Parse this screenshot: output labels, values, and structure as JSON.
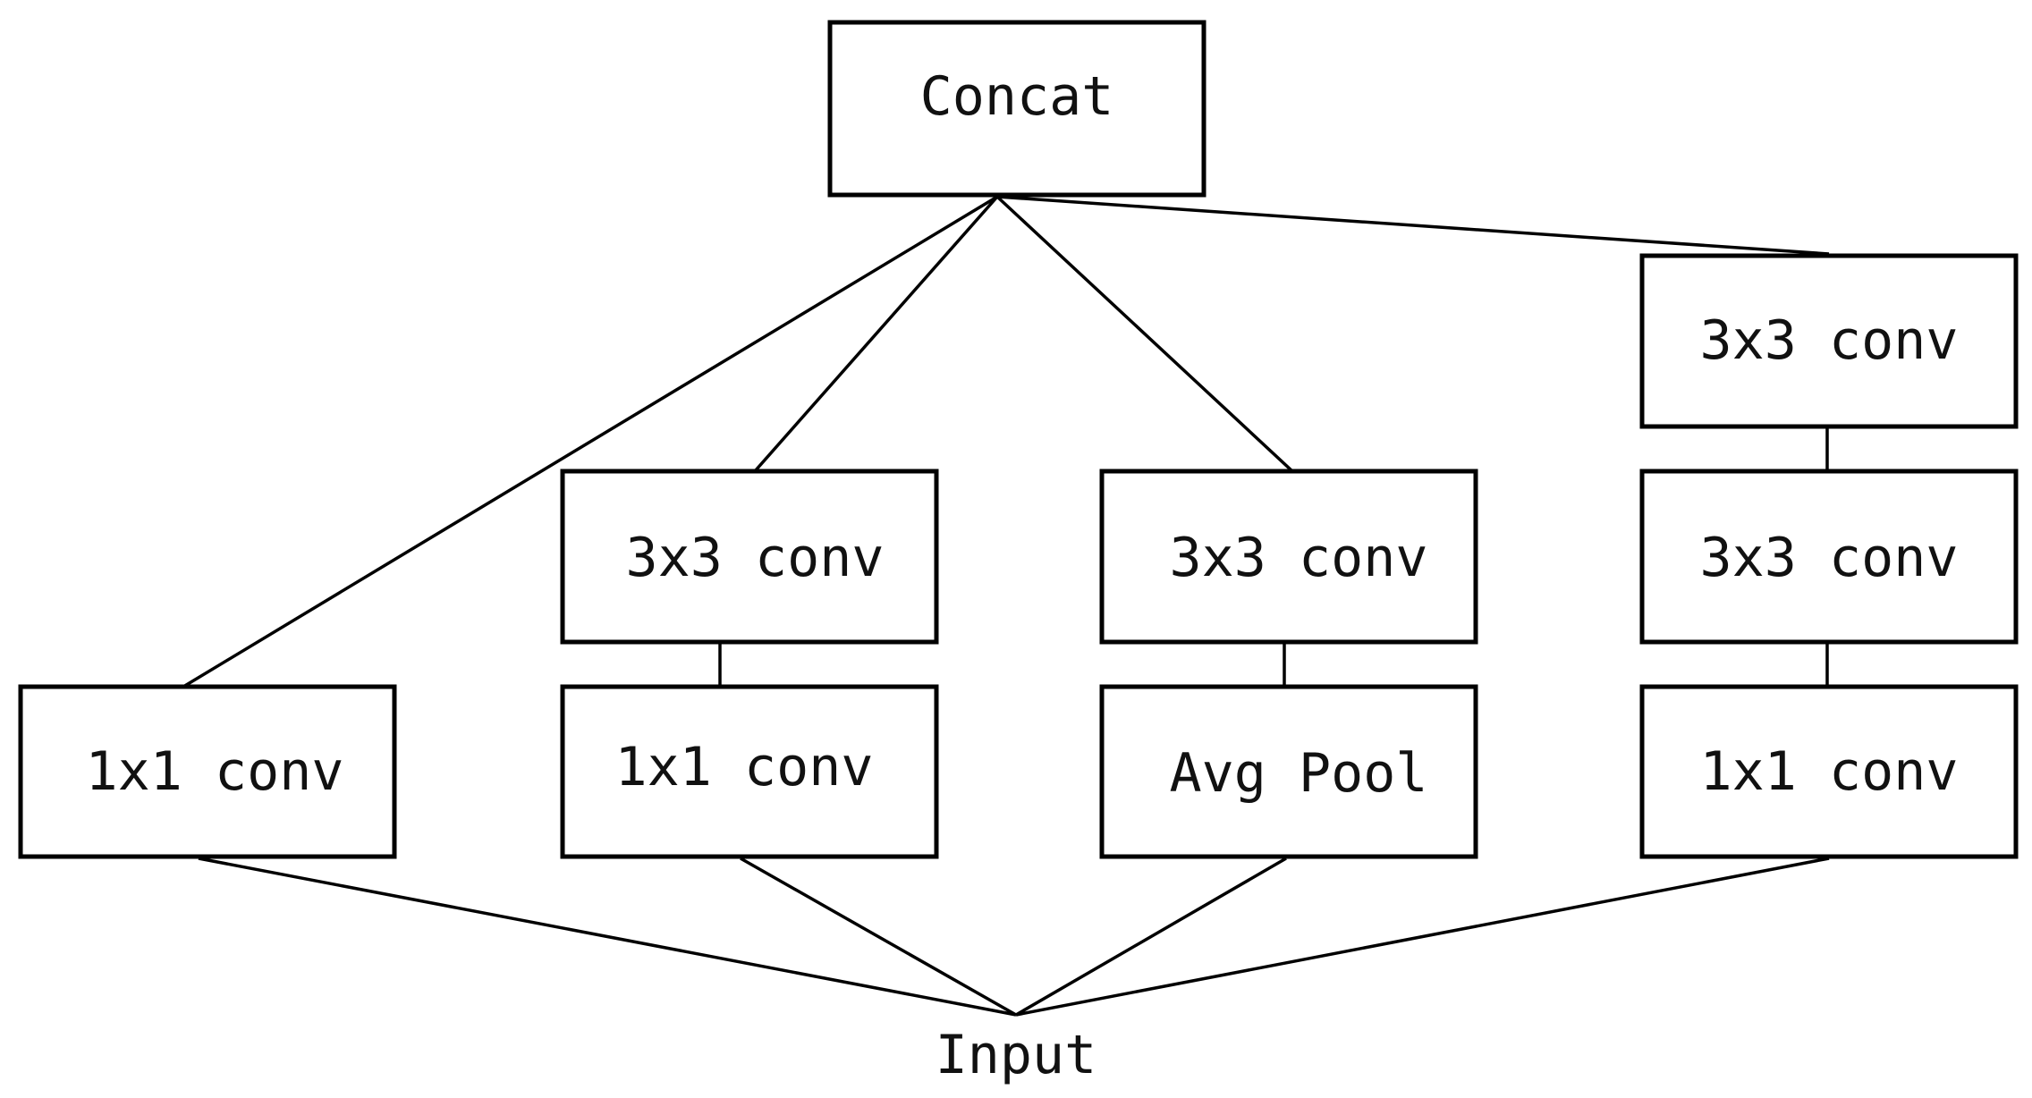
{
  "diagram": {
    "nodes": {
      "concat": "Concat",
      "b1_conv1x1": "1x1 conv",
      "b2_conv3x3": "3x3 conv",
      "b2_conv1x1": "1x1 conv",
      "b3_conv3x3": "3x3 conv",
      "b3_avgpool": "Avg Pool",
      "b4_conv3x3_top": "3x3 conv",
      "b4_conv3x3_mid": "3x3 conv",
      "b4_conv1x1": "1x1 conv",
      "input": "Input"
    },
    "edges": [
      [
        "input",
        "b1_conv1x1"
      ],
      [
        "input",
        "b2_conv1x1"
      ],
      [
        "input",
        "b3_avgpool"
      ],
      [
        "input",
        "b4_conv1x1"
      ],
      [
        "b2_conv1x1",
        "b2_conv3x3"
      ],
      [
        "b3_avgpool",
        "b3_conv3x3"
      ],
      [
        "b4_conv1x1",
        "b4_conv3x3_mid"
      ],
      [
        "b4_conv3x3_mid",
        "b4_conv3x3_top"
      ],
      [
        "b1_conv1x1",
        "concat"
      ],
      [
        "b2_conv3x3",
        "concat"
      ],
      [
        "b3_conv3x3",
        "concat"
      ],
      [
        "b4_conv3x3_top",
        "concat"
      ]
    ]
  }
}
